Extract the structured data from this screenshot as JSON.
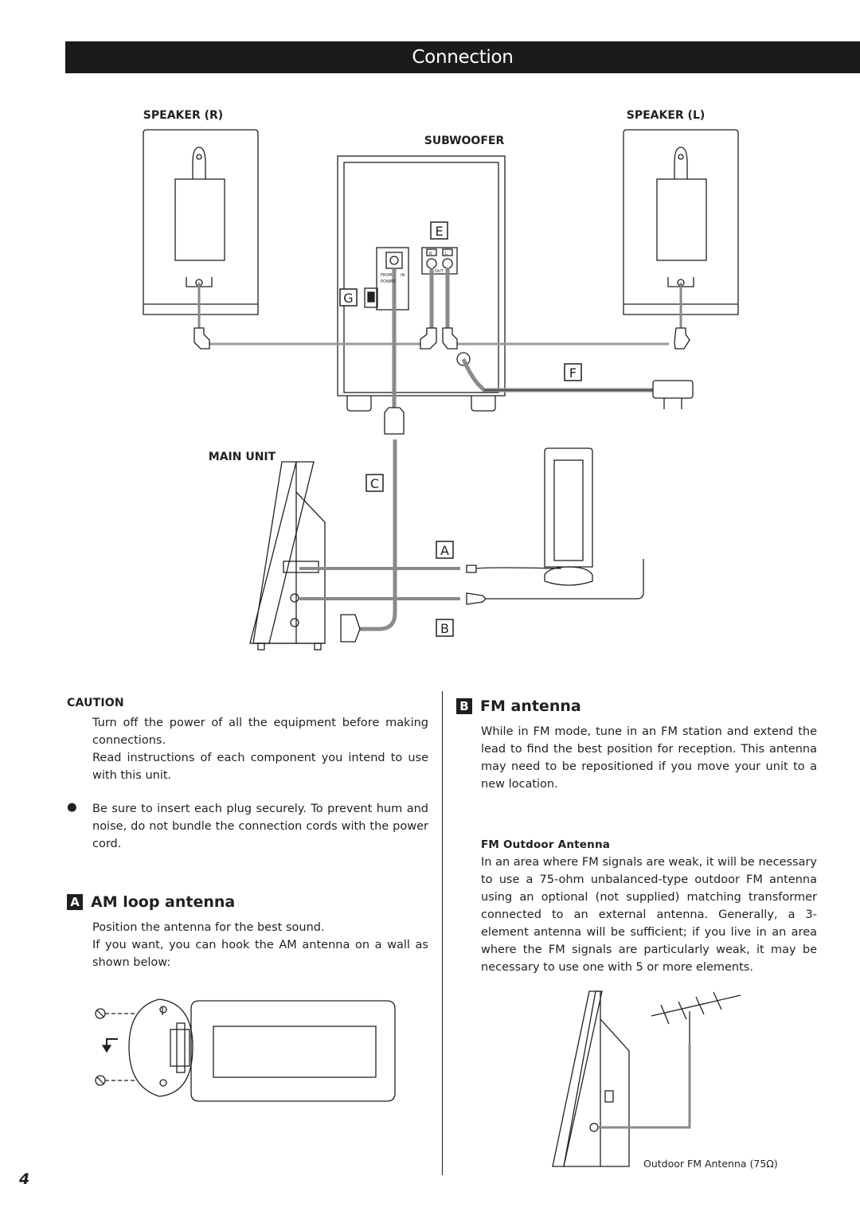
{
  "page": {
    "title": "Connection",
    "page_number": "4"
  },
  "diagram": {
    "speaker_r": "SPEAKER (R)",
    "speaker_l": "SPEAKER (L)",
    "subwoofer": "SUBWOOFER",
    "main_unit": "MAIN UNIT",
    "marker_e": "E",
    "marker_f": "F",
    "marker_g": "G",
    "marker_c": "C",
    "marker_a": "A",
    "marker_b": "B",
    "power_label": "POWER",
    "from_label": "FROM",
    "in_label": "IN",
    "out_label": "OUT",
    "r_label": "R",
    "l_label": "L"
  },
  "caution": {
    "heading": "CAUTION",
    "para1": "Turn off the power of all the equipment before making connections.",
    "para2": "Read instructions of each component you intend to use with this unit.",
    "bullet_symbol": "●",
    "bullet1": "Be sure to insert each plug securely. To prevent hum and noise, do not bundle the connection cords with the power cord."
  },
  "am_section": {
    "badge": "A",
    "heading": "AM loop antenna",
    "para1": "Position the antenna for the best sound.",
    "para2": "If you want, you can hook the AM antenna on a wall as shown below:"
  },
  "fm_section": {
    "badge": "B",
    "heading": "FM antenna",
    "para1": "While in FM mode, tune in an FM station and extend the lead to find the best position for reception. This antenna may need to be repositioned if you move your unit to a new location.",
    "outdoor_heading": "FM Outdoor Antenna",
    "para2": "In an area where FM signals are weak, it will be necessary to use a 75-ohm unbalanced-type outdoor FM antenna using an optional (not supplied) matching transformer connected to an external antenna. Generally, a 3-element antenna will be sufficient; if you live in an area where the FM signals are particularly weak, it may be necessary to use one with 5 or more elements.",
    "outdoor_caption": "Outdoor FM Antenna (75Ω)"
  }
}
